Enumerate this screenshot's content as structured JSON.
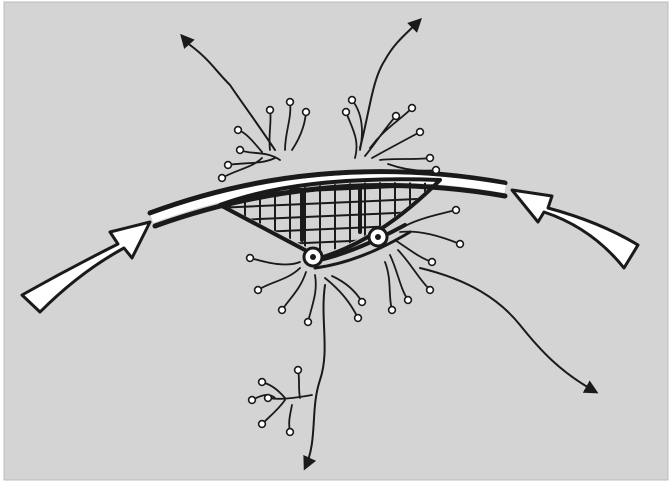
{
  "diagram": {
    "kind": "illustration",
    "background_color": "#d4d4d4",
    "ink_color": "#1a1a1a",
    "arrow_fill": "#ffffff",
    "arrow_count_inbound": 2,
    "arrow_count_outbound": 4,
    "labels": []
  }
}
